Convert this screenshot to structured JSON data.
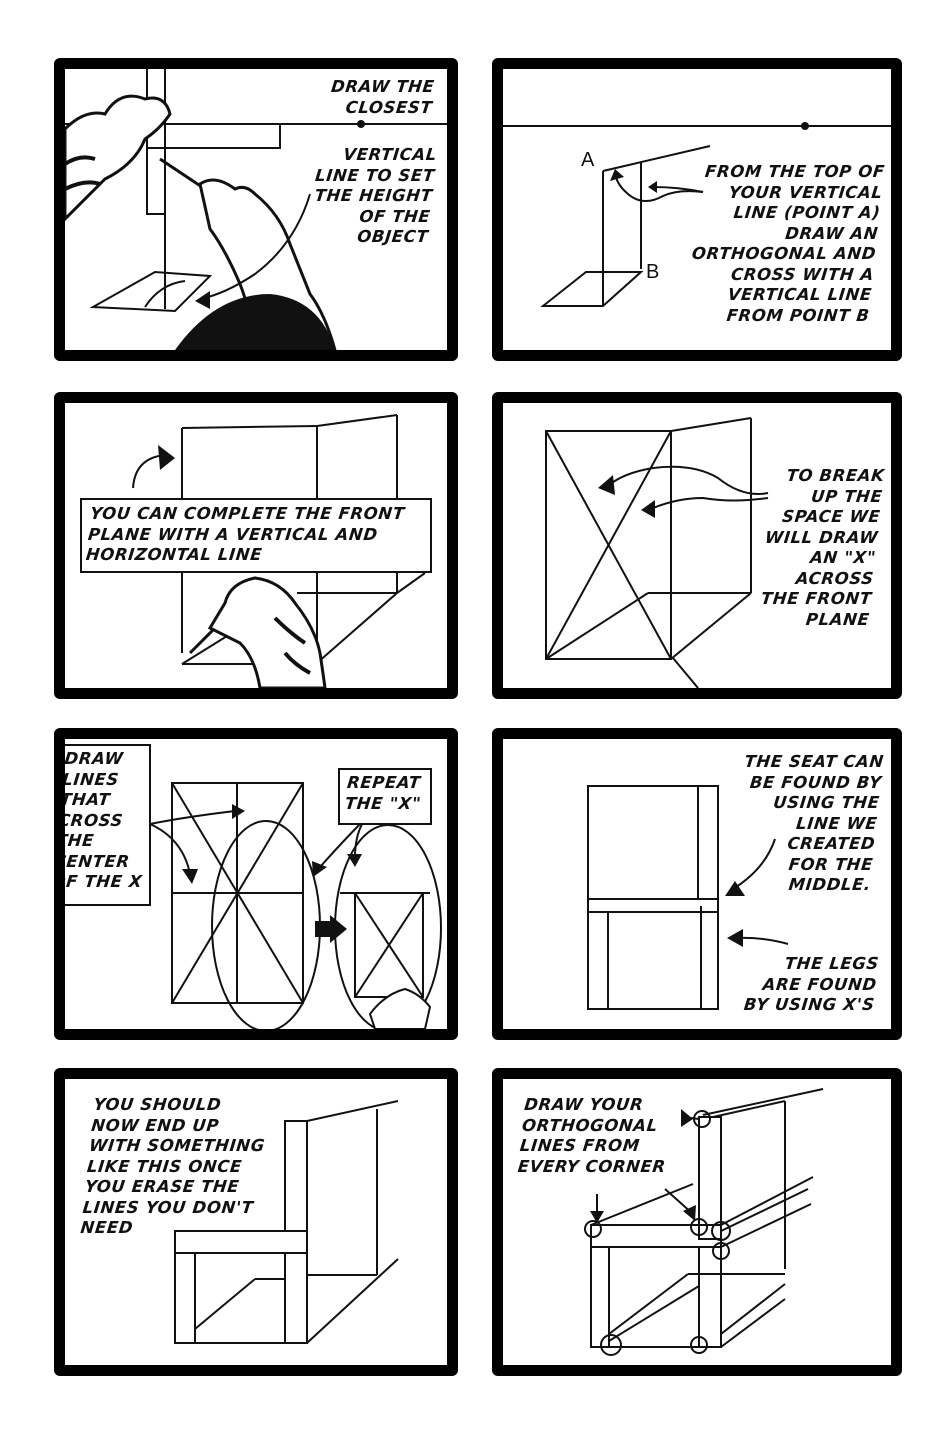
{
  "page": {
    "ink_color": "#111111",
    "paper_color": "#ffffff"
  },
  "panels": [
    {
      "id": 1,
      "caption_top": "DRAW THE\nCLOSEST",
      "caption_bottom": "VERTICAL\nLINE TO SET\nTHE HEIGHT\nOF THE\nOBJECT",
      "illustration": "hand-drawing-vertical-line-on-paper"
    },
    {
      "id": 2,
      "caption": "FROM THE TOP OF\nYOUR VERTICAL\nLINE (POINT A)\nDRAW AN\nORTHOGONAL AND\nCROSS WITH A\nVERTICAL LINE\nFROM POINT B",
      "point_a_label": "A",
      "point_b_label": "B",
      "illustration": "vertical-line-with-orthogonal"
    },
    {
      "id": 3,
      "caption": "YOU CAN COMPLETE THE FRONT\nPLANE WITH A VERTICAL AND\nHORIZONTAL LINE",
      "illustration": "hand-completing-front-plane"
    },
    {
      "id": 4,
      "caption": "TO BREAK\nUP THE\nSPACE WE\nWILL DRAW\nAN \"X\"\nACROSS\nTHE FRONT\nPLANE",
      "illustration": "front-plane-with-x"
    },
    {
      "id": 5,
      "caption_left": "DRAW\nLINES\nTHAT\nCROSS\nTHE\nCENTER\nOF THE X",
      "caption_right": "REPEAT\nTHE \"X\"",
      "illustration": "subdivided-plane-with-repeated-x"
    },
    {
      "id": 6,
      "caption_top": "THE SEAT CAN\nBE FOUND BY\nUSING THE\nLINE WE\nCREATED\nFOR THE\nMIDDLE.",
      "caption_bottom": "THE LEGS\nARE FOUND\nBY USING X'S",
      "illustration": "chair-front-seat-and-legs"
    },
    {
      "id": 7,
      "caption": "YOU SHOULD\nNOW END UP\nWITH SOMETHING\nLIKE THIS ONCE\nYOU ERASE THE\nLINES YOU DON'T\nNEED",
      "illustration": "chair-in-perspective"
    },
    {
      "id": 8,
      "caption": "DRAW YOUR\nORTHOGONAL\nLINES FROM\nEVERY CORNER",
      "illustration": "chair-with-corner-orthogonals"
    }
  ]
}
